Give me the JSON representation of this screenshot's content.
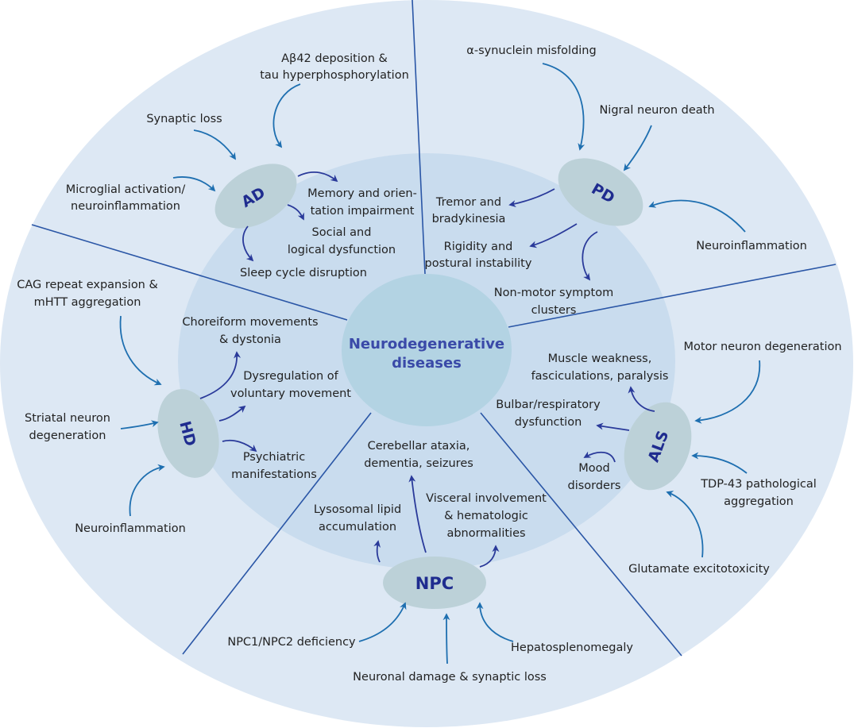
{
  "center": {
    "line1": "Neurodegenerative",
    "line2": "diseases"
  },
  "colors": {
    "outer_disc": "#dde8f4",
    "inner_disc": "#c9dcee",
    "center_disc": "#b3d3e3",
    "node": "#bcd1d8",
    "node_text": "#1f2c8f",
    "arrow_in": "#1e6fb0",
    "arrow_out": "#2a3a9a",
    "divider": "#2a56a6"
  },
  "diseases": {
    "ad": {
      "abbr": "AD",
      "causes": [
        {
          "id": "abeta",
          "lines": [
            "Aβ42 deposition &",
            "tau hyperphosphorylation"
          ]
        },
        {
          "id": "synaptic",
          "lines": [
            "Synaptic loss"
          ]
        },
        {
          "id": "microglial",
          "lines": [
            "Microglial activation/",
            "neuroinflammation"
          ]
        }
      ],
      "effects": [
        {
          "id": "memory",
          "lines": [
            "Memory and orien-",
            "tation impairment"
          ]
        },
        {
          "id": "social",
          "lines": [
            "Social and",
            "logical dysfunction"
          ]
        },
        {
          "id": "sleep",
          "lines": [
            "Sleep cycle disruption"
          ]
        }
      ]
    },
    "pd": {
      "abbr": "PD",
      "causes": [
        {
          "id": "synuclein",
          "lines": [
            "α-synuclein misfolding"
          ]
        },
        {
          "id": "nigral",
          "lines": [
            "Nigral neuron death"
          ]
        },
        {
          "id": "neuroinfl",
          "lines": [
            "Neuroinflammation"
          ]
        }
      ],
      "effects": [
        {
          "id": "tremor",
          "lines": [
            "Tremor and",
            "bradykinesia"
          ]
        },
        {
          "id": "rigidity",
          "lines": [
            "Rigidity and",
            "postural instability"
          ]
        },
        {
          "id": "nonmotor",
          "lines": [
            "Non-motor symptom",
            "clusters"
          ]
        }
      ]
    },
    "hd": {
      "abbr": "HD",
      "causes": [
        {
          "id": "cag",
          "lines": [
            "CAG repeat expansion &",
            "mHTT aggregation"
          ]
        },
        {
          "id": "striatal",
          "lines": [
            "Striatal neuron",
            "degeneration"
          ]
        },
        {
          "id": "neuroinfl",
          "lines": [
            "Neuroinflammation"
          ]
        }
      ],
      "effects": [
        {
          "id": "chorea",
          "lines": [
            "Choreiform movements",
            "& dystonia"
          ]
        },
        {
          "id": "dysreg",
          "lines": [
            "Dysregulation of",
            "voluntary movement"
          ]
        },
        {
          "id": "psych",
          "lines": [
            "Psychiatric",
            "manifestations"
          ]
        }
      ]
    },
    "als": {
      "abbr": "ALS",
      "causes": [
        {
          "id": "motor",
          "lines": [
            "Motor neuron degeneration"
          ]
        },
        {
          "id": "tdp",
          "lines": [
            "TDP-43 pathological",
            "aggregation"
          ]
        },
        {
          "id": "glutamate",
          "lines": [
            "Glutamate excitotoxicity"
          ]
        }
      ],
      "effects": [
        {
          "id": "weakness",
          "lines": [
            "Muscle weakness,",
            "fasciculations, paralysis"
          ]
        },
        {
          "id": "bulbar",
          "lines": [
            "Bulbar/respiratory",
            "dysfunction"
          ]
        },
        {
          "id": "mood",
          "lines": [
            "Mood",
            "disorders"
          ]
        }
      ]
    },
    "npc": {
      "abbr": "NPC",
      "causes": [
        {
          "id": "npc12",
          "lines": [
            "NPC1/NPC2 deficiency"
          ]
        },
        {
          "id": "neuronal",
          "lines": [
            "Neuronal damage & synaptic loss"
          ]
        },
        {
          "id": "hepato",
          "lines": [
            "Hepatosplenomegaly"
          ]
        }
      ],
      "effects": [
        {
          "id": "lysosomal",
          "lines": [
            "Lysosomal lipid",
            "accumulation"
          ]
        },
        {
          "id": "cerebellar",
          "lines": [
            "Cerebellar ataxia,",
            "dementia, seizures"
          ]
        },
        {
          "id": "visceral",
          "lines": [
            "Visceral involvement",
            "& hematologic",
            "abnormalities"
          ]
        }
      ]
    }
  }
}
